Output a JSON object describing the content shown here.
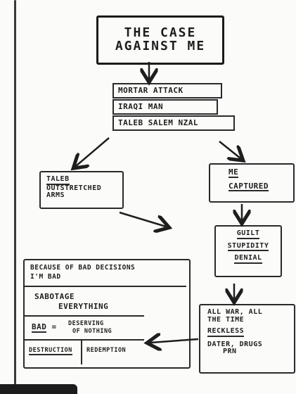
{
  "title": {
    "line1": "THE CASE",
    "line2": "AGAINST ME"
  },
  "stack": [
    "MORTAR ATTACK",
    "IRAQI MAN",
    "TALEB SALEM NZAL"
  ],
  "taleb": {
    "name": "TALEB",
    "line1": "OUTSTRETCHED",
    "line2": "ARMS"
  },
  "me": {
    "line1": "ME",
    "line2": "CAPTURED"
  },
  "guilt": {
    "item1": "GUILT",
    "item2": "STUPIDITY",
    "item3": "DENIAL"
  },
  "allwar": {
    "line1": "ALL WAR, ALL",
    "line2": "THE TIME",
    "line3": "RECKLESS",
    "line4": "DATER, DRUGS",
    "line5": "PRN"
  },
  "left": {
    "line1": "BECAUSE OF BAD DECISIONS",
    "line2": "I'M BAD",
    "line3": "SABOTAGE",
    "line4": "EVERYTHING",
    "bad": "BAD",
    "eq": "=",
    "deserving1": "DESERVING",
    "deserving2": "OF NOTHING",
    "destruction": "DESTRUCTION",
    "redemption": "REDEMPTION"
  }
}
